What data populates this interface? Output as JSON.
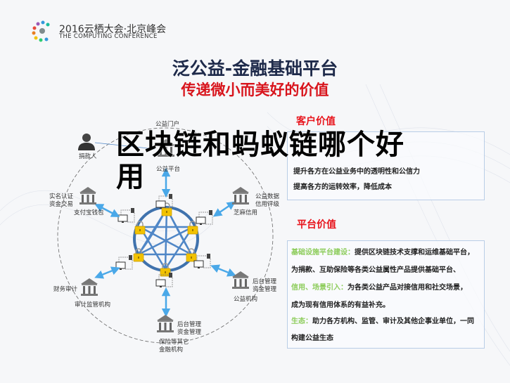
{
  "header": {
    "logo_line1": "2016云栖大会·北京峰会",
    "logo_line2": "THE COMPUTING CONFERENCE"
  },
  "slide": {
    "title": "泛公益-金融基础平台",
    "subtitle": "传递微小而美好的价值"
  },
  "overlay": {
    "line1": "区块链和蚂蚁链哪个好",
    "line2": "用"
  },
  "diagram": {
    "donor": "捐款人",
    "top_node": {
      "label1": "公益门户",
      "label2": "公益平台"
    },
    "alipay": {
      "side1": "实名认证",
      "side2": "资金交易",
      "label": "支付宝钱包"
    },
    "sesame": {
      "side1": "公益数据",
      "side2": "信用评级",
      "label": "芝麻信用"
    },
    "audit": {
      "side1": "财务审计",
      "label": "审计监管机构"
    },
    "charity": {
      "side1": "后台管理",
      "side2": "资金管理",
      "label": "公益机构"
    },
    "insurance": {
      "side1": "后台管理",
      "side2": "资金管理",
      "label1": "保险等其它",
      "label2": "金融机构"
    }
  },
  "customer_value": {
    "title": "客户价值",
    "lines": [
      "提升各方在公益业务中的透明性和公信力",
      "提高各方的运转效率，降低成本"
    ]
  },
  "platform_value": {
    "title": "平台价值",
    "items": [
      {
        "key": "基础设施平台建设：",
        "text": "提供区块链技术支撑和运维基础平台，",
        "cont": "为捐款、互助保险等各类公益属性产品提供基础平台、"
      },
      {
        "key": "信用、场景引入：",
        "text": "为各类公益产品对接信用和社交场景，",
        "cont": "成为现有信用体系的有益补充。"
      },
      {
        "key": "生态：",
        "text": "助力各方机构、监管、审计及其他企事业单位，一同",
        "cont": "构建公益生态"
      }
    ]
  },
  "colors": {
    "title": "#1e2a4a",
    "accent_red": "#e8141c",
    "highlight_green": "#8ccc5a",
    "network_blue": "#4f86c6",
    "arrow_blue": "#4aa8e8",
    "lock_yellow": "#f2c200"
  }
}
